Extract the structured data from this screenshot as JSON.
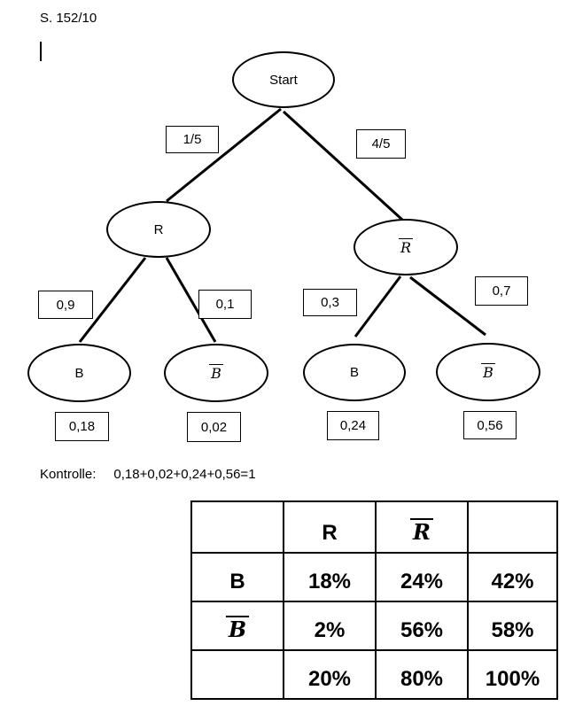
{
  "page": {
    "reference": "S. 152/10"
  },
  "tree": {
    "root": {
      "label": "Start"
    },
    "level1": [
      {
        "label": "R",
        "has_bar": false,
        "branch_prob": "1/5"
      },
      {
        "label": "R",
        "has_bar": true,
        "branch_prob": "4/5"
      }
    ],
    "level2": [
      {
        "label": "B",
        "has_bar": false,
        "branch_prob": "0,9",
        "path_prob": "0,18"
      },
      {
        "label": "B",
        "has_bar": true,
        "branch_prob": "0,1",
        "path_prob": "0,02"
      },
      {
        "label": "B",
        "has_bar": false,
        "branch_prob": "0,3",
        "path_prob": "0,24"
      },
      {
        "label": "B",
        "has_bar": true,
        "branch_prob": "0,7",
        "path_prob": "0,56"
      }
    ]
  },
  "kontrolle": {
    "label": "Kontrolle:",
    "equation": "0,18+0,02+0,24+0,56=1"
  },
  "table": {
    "col_headers": [
      "R",
      "R"
    ],
    "rows": [
      {
        "label": "B",
        "has_bar": false,
        "values": [
          "18%",
          "24%",
          "42%"
        ]
      },
      {
        "label": "B",
        "has_bar": true,
        "values": [
          "2%",
          "56%",
          "58%"
        ]
      },
      {
        "label": "",
        "has_bar": false,
        "values": [
          "20%",
          "80%",
          "100%"
        ]
      }
    ]
  },
  "colors": {
    "ink": "#000000",
    "paper": "#ffffff"
  }
}
